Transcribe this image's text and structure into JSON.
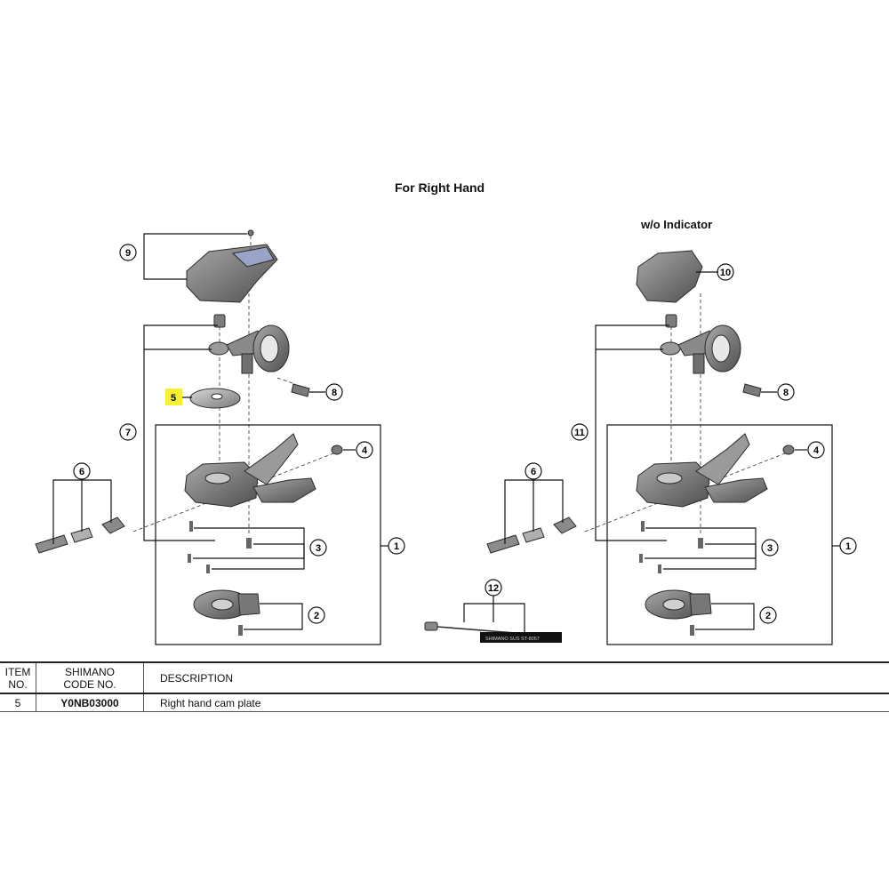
{
  "titles": {
    "main": "For Right Hand",
    "sub": "w/o Indicator"
  },
  "callouts": {
    "c1": "1",
    "c2": "2",
    "c3": "3",
    "c4": "4",
    "c5": "5",
    "c6": "6",
    "c7": "7",
    "c8": "8",
    "c9": "9",
    "c10": "10",
    "c11": "11",
    "c12": "12"
  },
  "cable_print": "SHIMANO  SUS  ST-8057",
  "colors": {
    "highlight": "#f5f032",
    "part_fill": "#8a8a8a",
    "part_dark": "#5b5b5b",
    "part_light": "#c4c4c4",
    "indicator_window": "#9aa4c8"
  },
  "table": {
    "headers": {
      "item_line1": "ITEM",
      "item_line2": "NO.",
      "code_line1": "SHIMANO",
      "code_line2": "CODE NO.",
      "description": "DESCRIPTION"
    },
    "rows": [
      {
        "item": "5",
        "code": "Y0NB03000",
        "description": "Right hand cam plate"
      }
    ]
  }
}
